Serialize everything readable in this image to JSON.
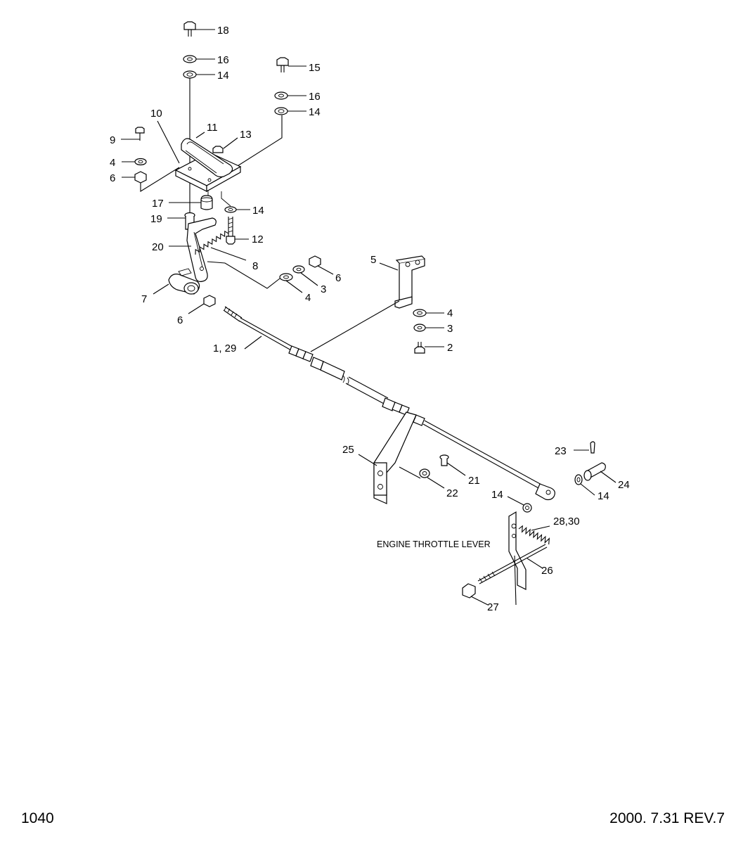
{
  "footer": {
    "page_number": "1040",
    "revision": "2000. 7.31  REV.7"
  },
  "annotation": "ENGINE THROTTLE LEVER",
  "callouts": [
    "18",
    "16",
    "14",
    "15",
    "16",
    "14",
    "10",
    "11",
    "13",
    "9",
    "4",
    "6",
    "17",
    "14",
    "19",
    "12",
    "20",
    "8",
    "5",
    "6",
    "3",
    "4",
    "7",
    "6",
    "4",
    "3",
    "2",
    "1, 29",
    "25",
    "21",
    "22",
    "23",
    "14",
    "14",
    "24",
    "28,30",
    "26",
    "27"
  ]
}
